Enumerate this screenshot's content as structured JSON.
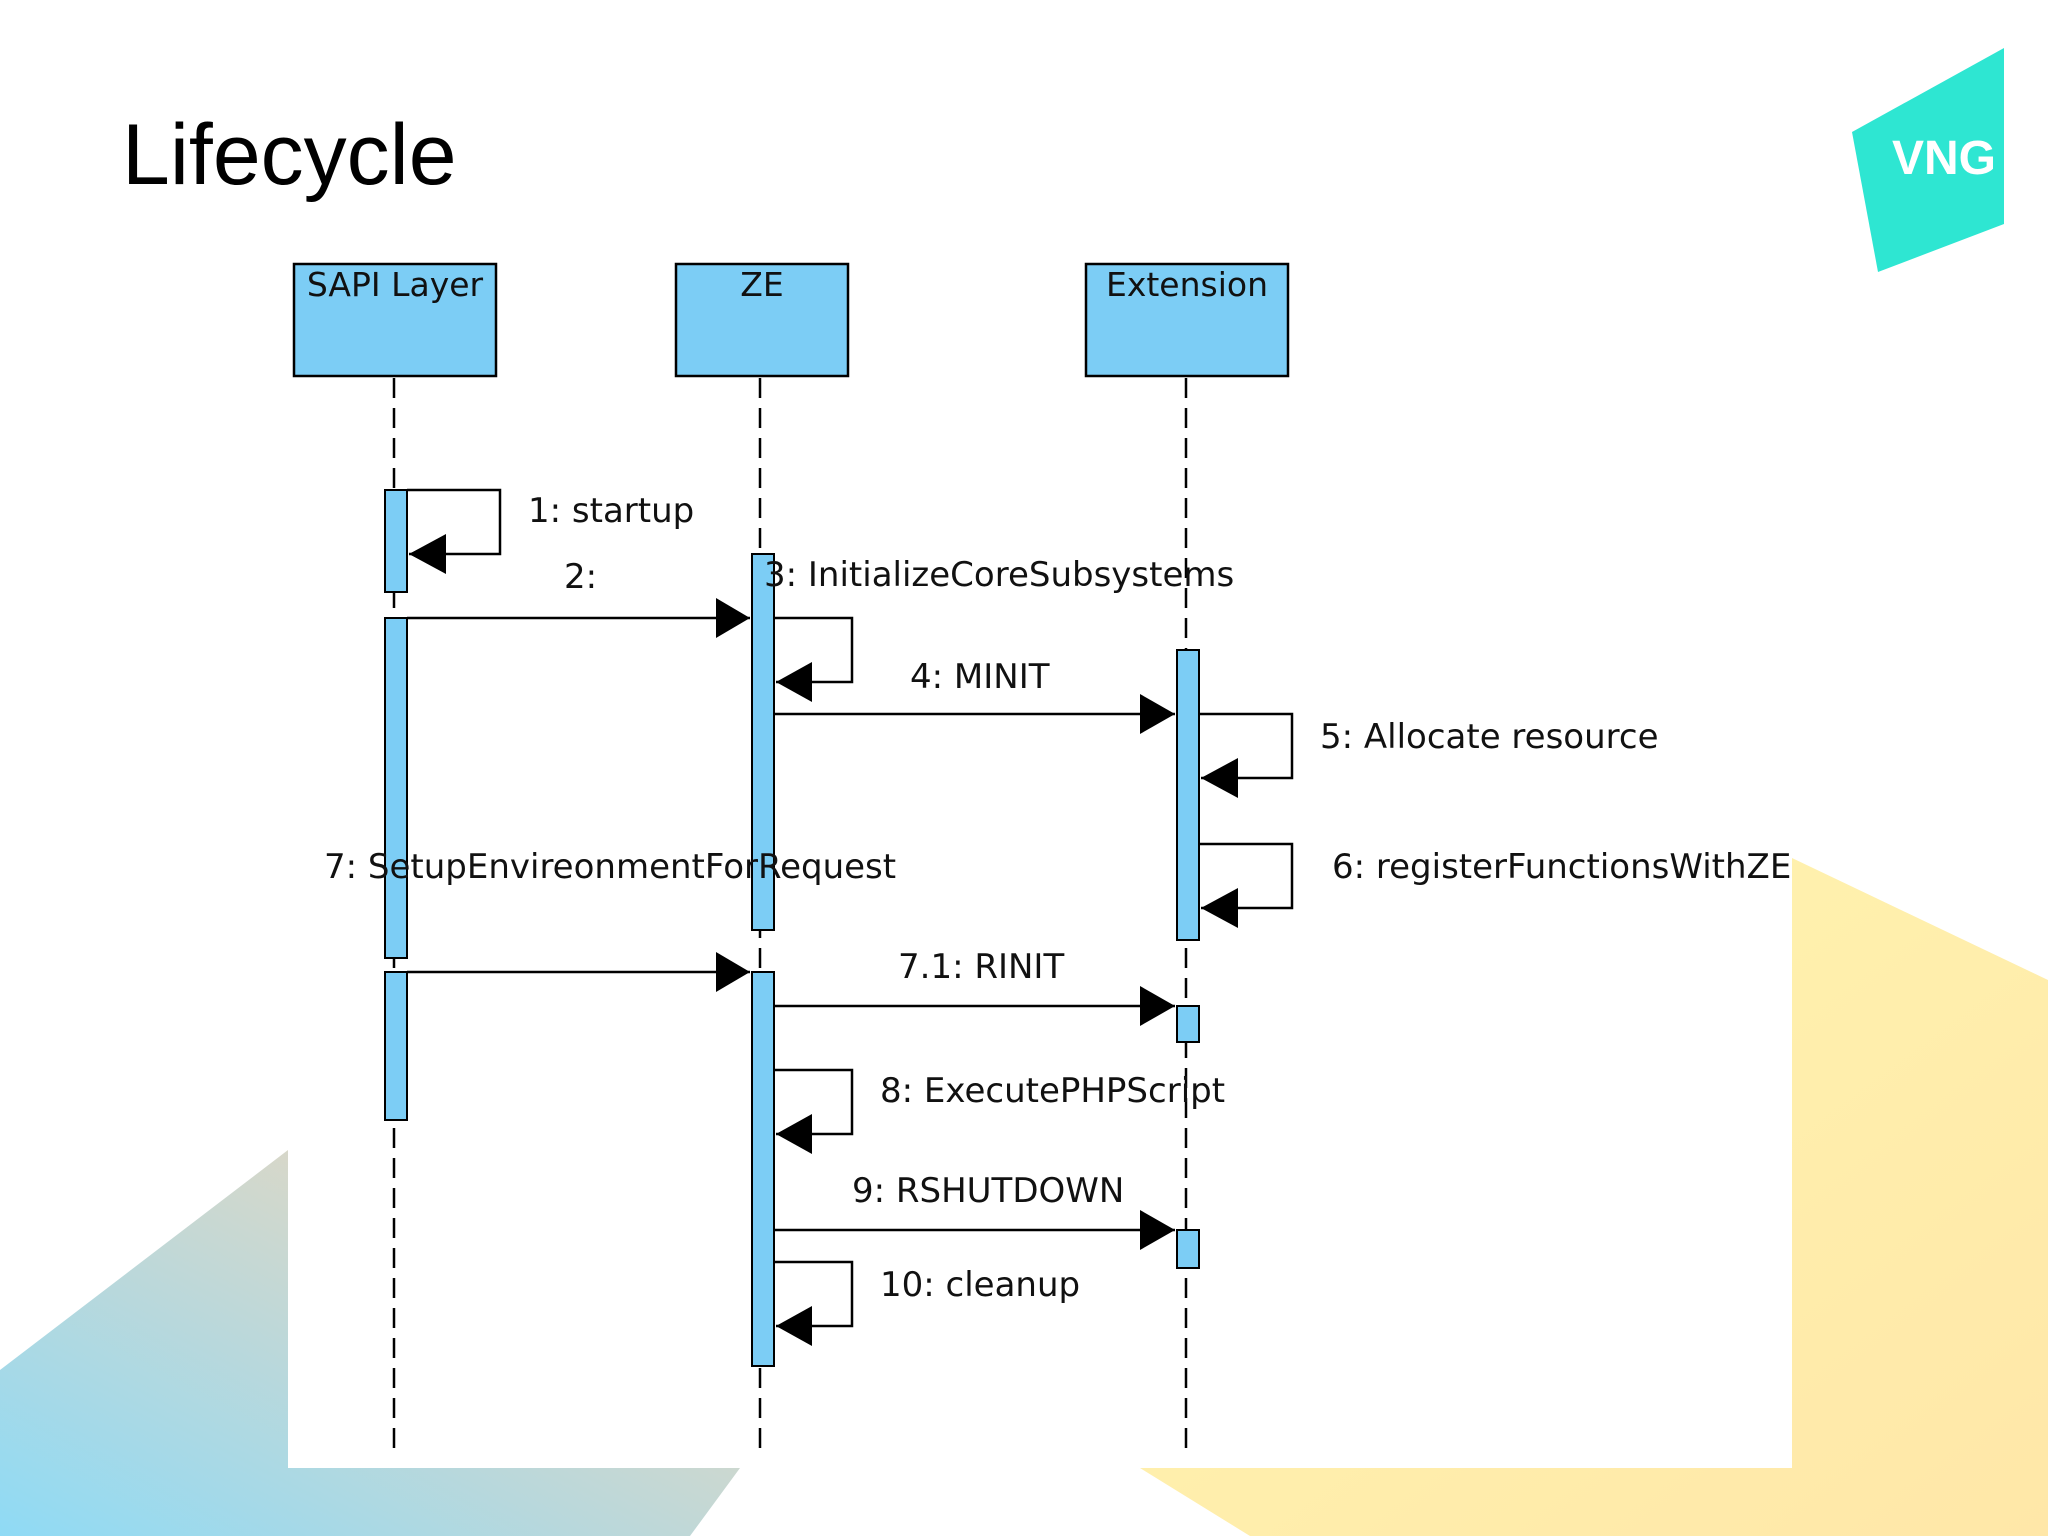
{
  "slide": {
    "title": "Lifecycle",
    "logo_text": "VNG"
  },
  "colors": {
    "accent_teal": "#2ee6d2",
    "activation_blue": "#7ccdf5",
    "bg_yellow": "#fff3a0",
    "bg_blue": "#8fdaf5",
    "bg_peach": "#f7d6b6"
  },
  "diagram": {
    "participants": [
      {
        "id": "sapi",
        "label": "SAPI Layer"
      },
      {
        "id": "ze",
        "label": "ZE"
      },
      {
        "id": "ext",
        "label": "Extension"
      }
    ],
    "messages": [
      {
        "id": "m1",
        "label": "1: startup",
        "from": "sapi",
        "to": "sapi"
      },
      {
        "id": "m2",
        "label": "2:",
        "from": "sapi",
        "to": "ze"
      },
      {
        "id": "m3",
        "label": "3: InitializeCoreSubsystems",
        "from": "ze",
        "to": "ze"
      },
      {
        "id": "m4",
        "label": "4: MINIT",
        "from": "ze",
        "to": "ext"
      },
      {
        "id": "m5",
        "label": "5: Allocate resource",
        "from": "ext",
        "to": "ext"
      },
      {
        "id": "m6",
        "label": "6: registerFunctionsWithZE",
        "from": "ext",
        "to": "ext"
      },
      {
        "id": "m7",
        "label": "7: SetupEnvireonmentForRequest",
        "from": "sapi",
        "to": "ze"
      },
      {
        "id": "m71",
        "label": "7.1: RINIT",
        "from": "ze",
        "to": "ext"
      },
      {
        "id": "m8",
        "label": "8: ExecutePHPScript",
        "from": "ze",
        "to": "ze"
      },
      {
        "id": "m9",
        "label": "9: RSHUTDOWN",
        "from": "ze",
        "to": "ext"
      },
      {
        "id": "m10",
        "label": "10: cleanup",
        "from": "ze",
        "to": "ze"
      }
    ]
  }
}
